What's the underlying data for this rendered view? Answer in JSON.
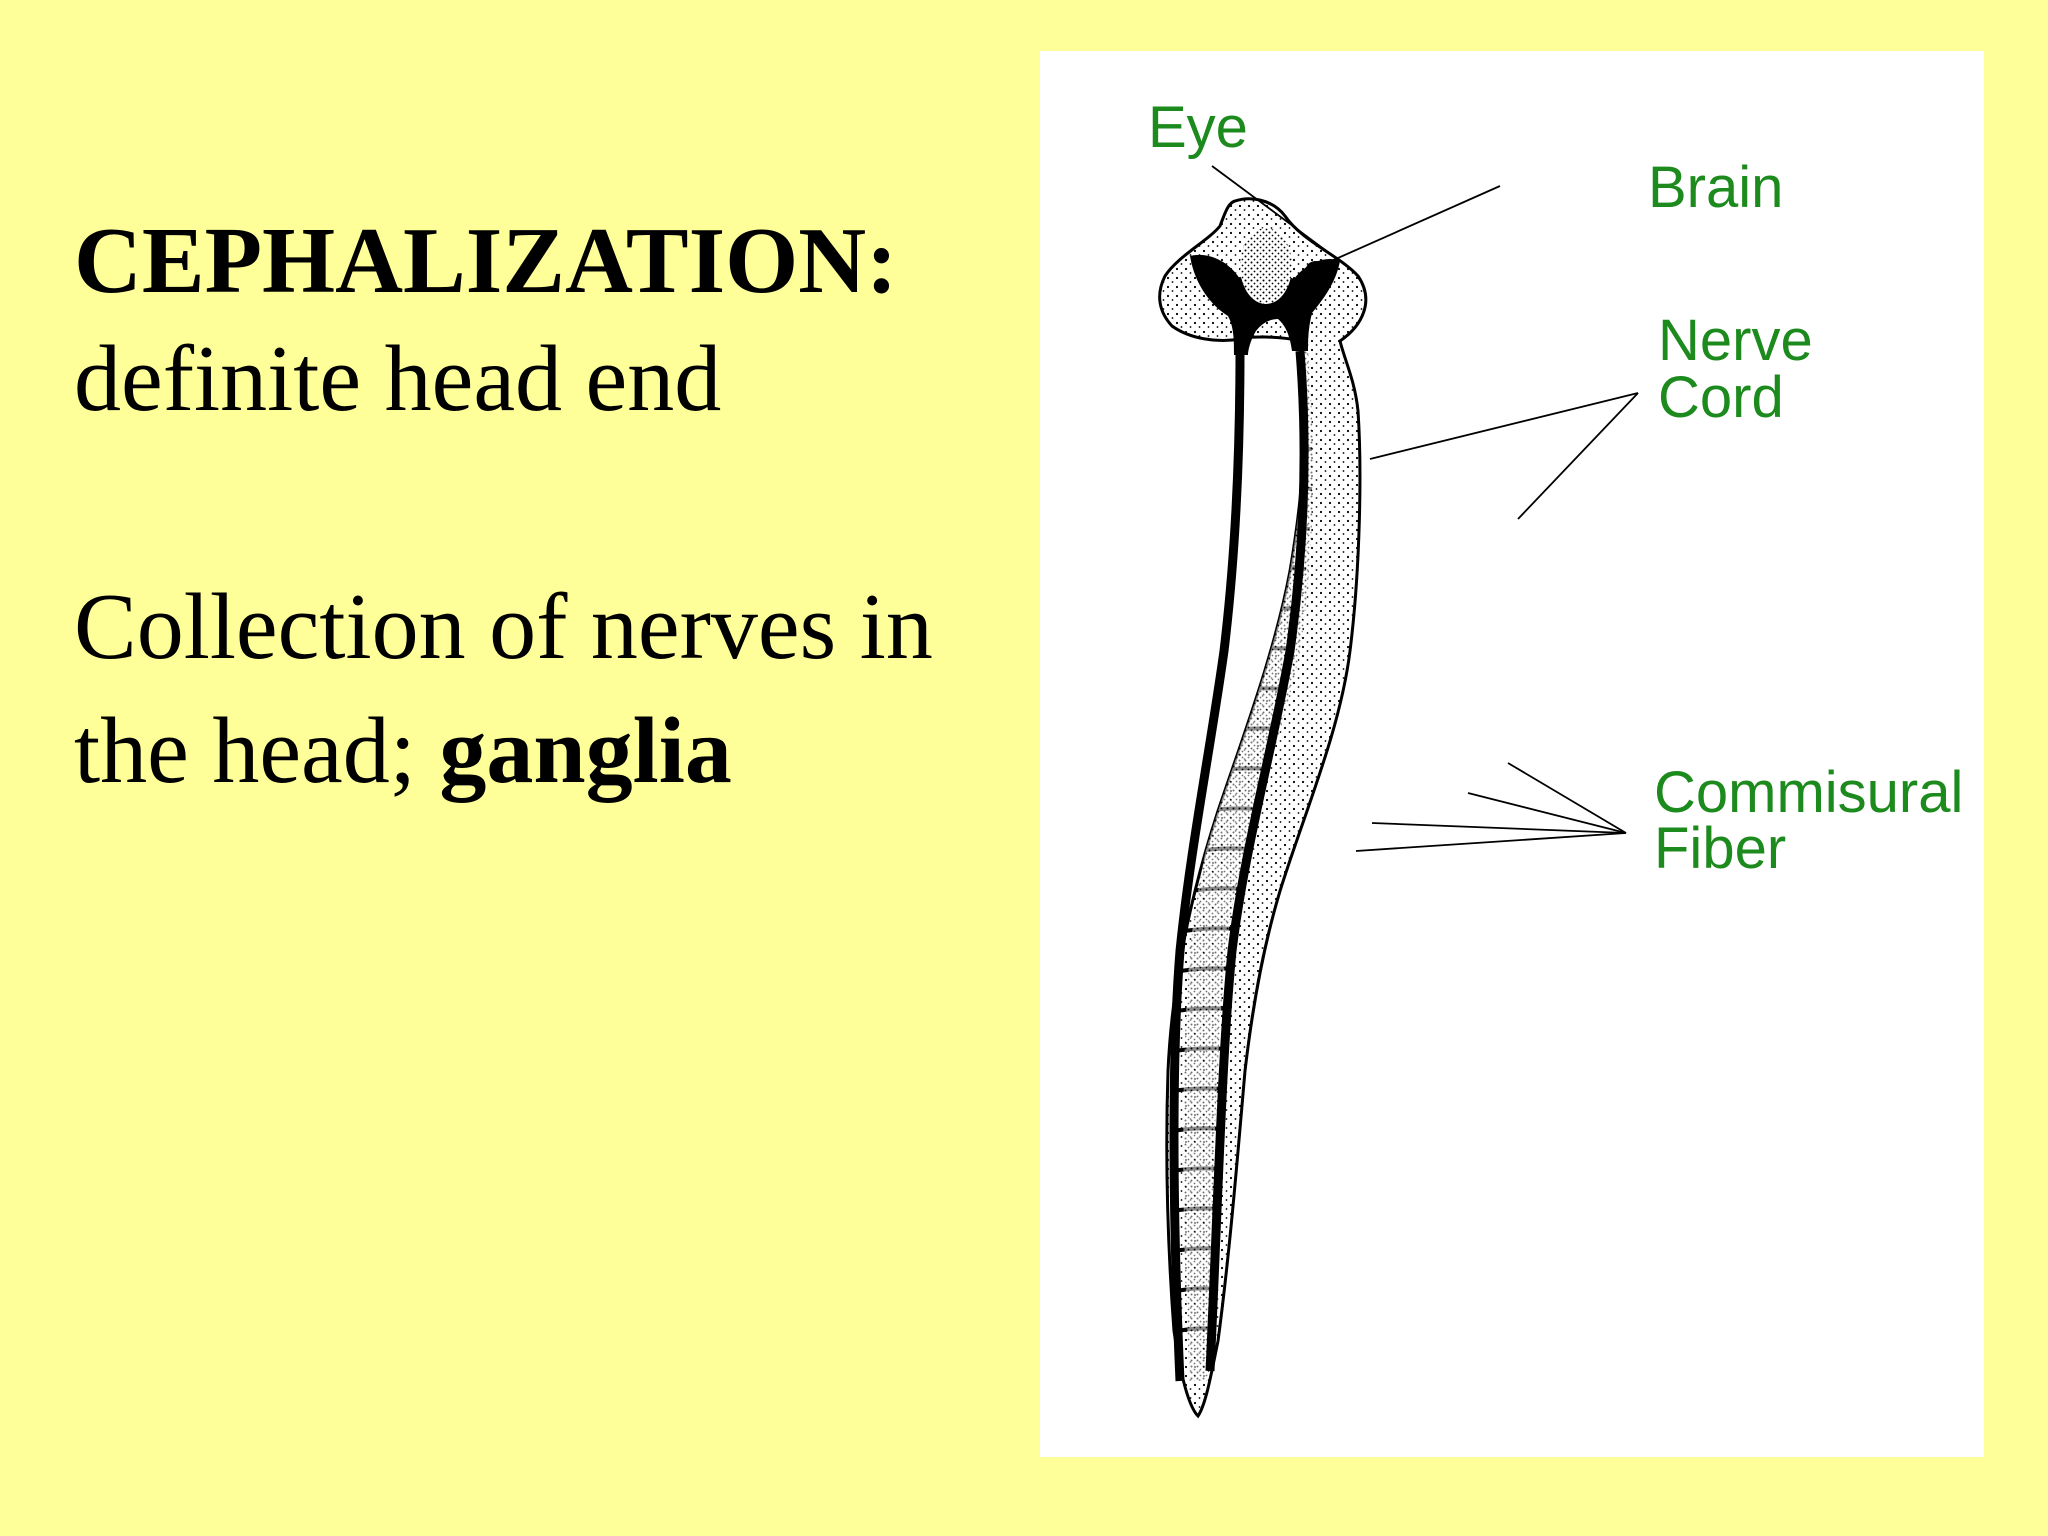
{
  "slide": {
    "heading": "CEPHALIZATION:",
    "line1": "definite head end",
    "line2": "Collection of nerves in",
    "line3_plain": "the head; ",
    "line3_bold": "ganglia"
  },
  "diagram": {
    "labels": {
      "eye": "Eye",
      "brain": "Brain",
      "nerve": "Nerve",
      "cord": "Cord",
      "commisural": "Commisural",
      "fiber": "Fiber"
    },
    "label_color": "#1c8a1c",
    "background_color": "#ffffff"
  },
  "colors": {
    "slide_background": "#ffff99",
    "text": "#000000"
  }
}
